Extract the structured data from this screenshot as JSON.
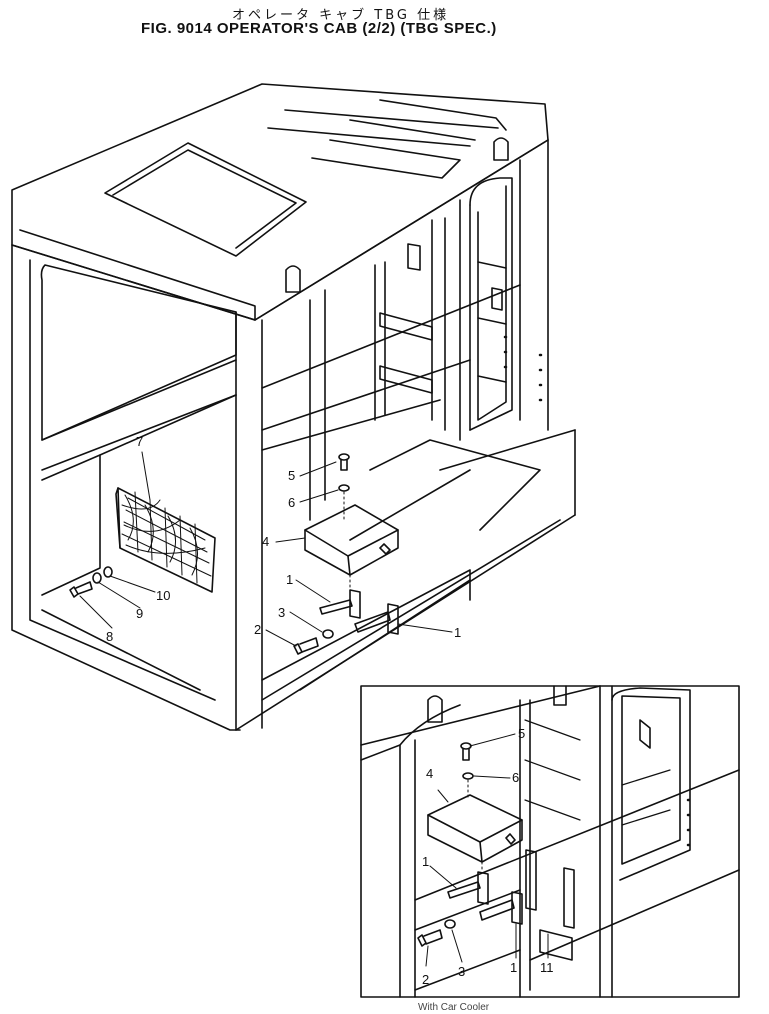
{
  "title": {
    "japanese": "オペレータ キャブ TBG 仕様",
    "english": "FIG. 9014  OPERATOR'S CAB (2/2) (TBG SPEC.)"
  },
  "callouts": {
    "main": {
      "c1a": "1",
      "c1b": "1",
      "c2": "2",
      "c3": "3",
      "c4": "4",
      "c5": "5",
      "c6": "6",
      "c7": "7",
      "c8": "8",
      "c9": "9",
      "c10": "10"
    },
    "inset": {
      "c1a": "1",
      "c1b": "1",
      "c2": "2",
      "c3": "3",
      "c4": "4",
      "c5": "5",
      "c6": "6",
      "c11": "11"
    }
  },
  "inset_caption": "With Car Cooler",
  "colors": {
    "line": "#111111",
    "background": "#ffffff"
  }
}
